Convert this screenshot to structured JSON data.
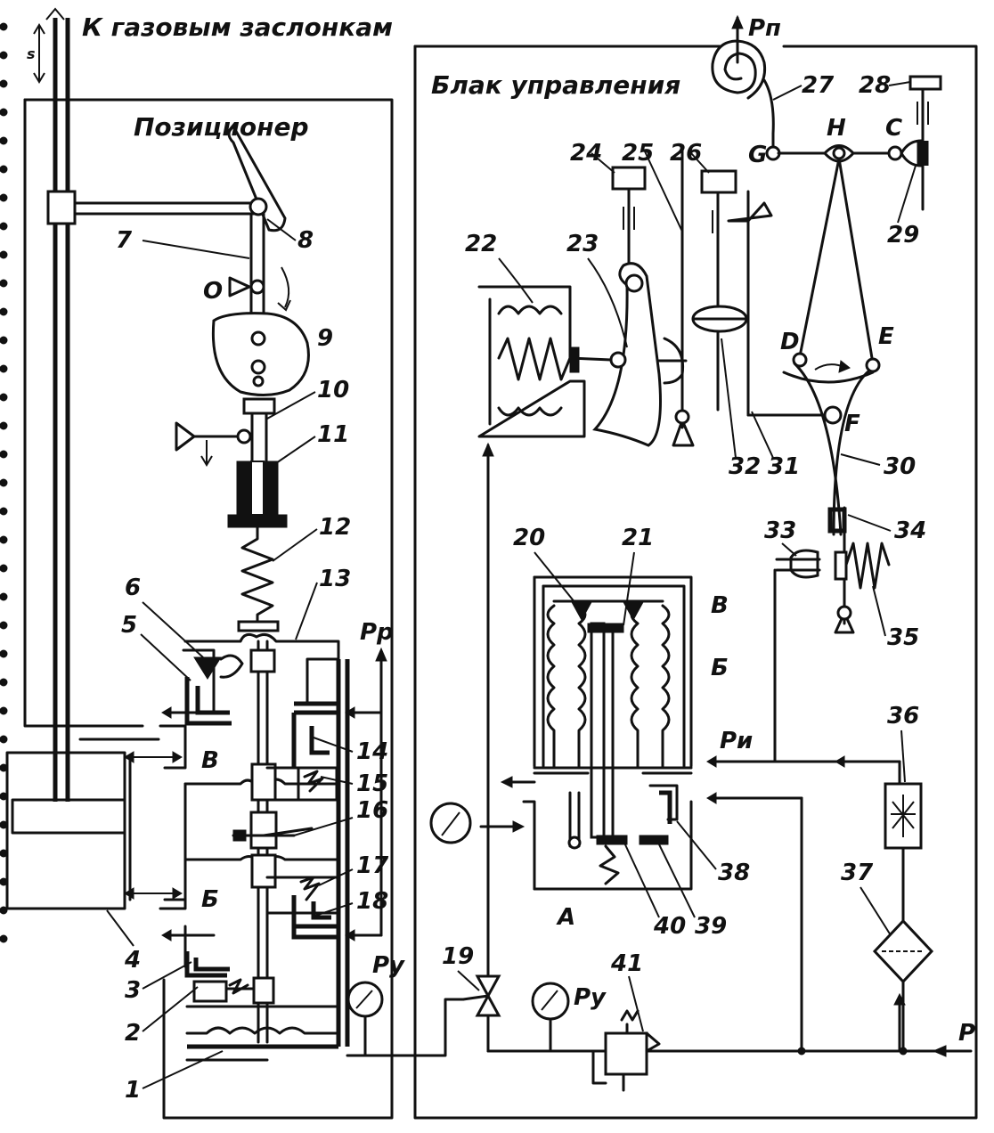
{
  "labels": {
    "to_gas_dampers": "К газовым заслонкам",
    "control_unit": "Блак управления",
    "positioner": "Позиционер",
    "s": "s",
    "O": "О",
    "pp": "Pp",
    "pu": "Pу",
    "pu2": "Pу",
    "pi": "Pи",
    "pn": "Pп",
    "H": "H",
    "C": "C",
    "G": "G",
    "D": "D",
    "E": "E",
    "F": "F",
    "A": "A",
    "B_upper": "B",
    "B_lower": "Б",
    "V_block": "В",
    "B_block": "Б",
    "arrow_P": "P"
  },
  "numbers": [
    "1",
    "2",
    "3",
    "4",
    "5",
    "6",
    "7",
    "8",
    "9",
    "10",
    "11",
    "12",
    "13",
    "14",
    "15",
    "16",
    "17",
    "18",
    "19",
    "20",
    "21",
    "22",
    "23",
    "24",
    "25",
    "26",
    "27",
    "28",
    "29",
    "30",
    "31",
    "32",
    "33",
    "34",
    "35",
    "36",
    "37",
    "38",
    "39",
    "40",
    "41"
  ],
  "colors": {
    "ink": "#111111",
    "paper": "#ffffff"
  }
}
